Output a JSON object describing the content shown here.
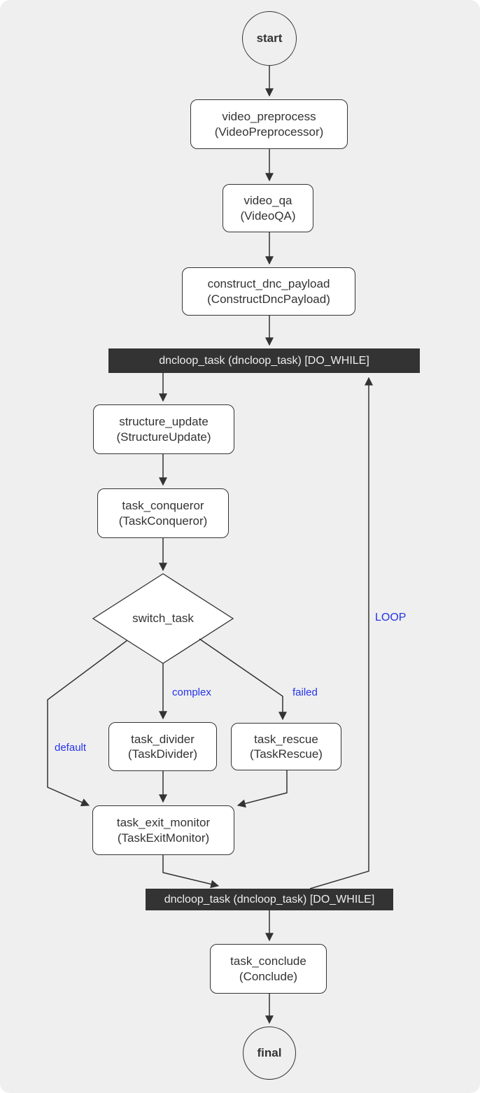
{
  "diagram": {
    "type": "workflow-flowchart",
    "nodes": {
      "start": {
        "label": "start"
      },
      "video_preprocess": {
        "line1": "video_preprocess",
        "line2": "(VideoPreprocessor)"
      },
      "video_qa": {
        "line1": "video_qa",
        "line2": "(VideoQA)"
      },
      "construct_dnc_payload": {
        "line1": "construct_dnc_payload",
        "line2": "(ConstructDncPayload)"
      },
      "dncloop_top": {
        "label": "dncloop_task (dncloop_task) [DO_WHILE]"
      },
      "structure_update": {
        "line1": "structure_update",
        "line2": "(StructureUpdate)"
      },
      "task_conqueror": {
        "line1": "task_conqueror",
        "line2": "(TaskConqueror)"
      },
      "switch_task": {
        "label": "switch_task"
      },
      "task_divider": {
        "line1": "task_divider",
        "line2": "(TaskDivider)"
      },
      "task_rescue": {
        "line1": "task_rescue",
        "line2": "(TaskRescue)"
      },
      "task_exit_monitor": {
        "line1": "task_exit_monitor",
        "line2": "(TaskExitMonitor)"
      },
      "dncloop_bottom": {
        "label": "dncloop_task (dncloop_task) [DO_WHILE]"
      },
      "task_conclude": {
        "line1": "task_conclude",
        "line2": "(Conclude)"
      },
      "final": {
        "label": "final"
      }
    },
    "edge_labels": {
      "complex": "complex",
      "failed": "failed",
      "default": "default",
      "loop": "LOOP"
    },
    "colors": {
      "background": "#efefef",
      "node_fill": "#ffffff",
      "node_border": "#333333",
      "node_text": "#333333",
      "loop_bar_fill": "#333333",
      "loop_bar_text": "#eeeeee",
      "edge_stroke": "#333333",
      "edge_label_blue": "#2533eb"
    }
  }
}
